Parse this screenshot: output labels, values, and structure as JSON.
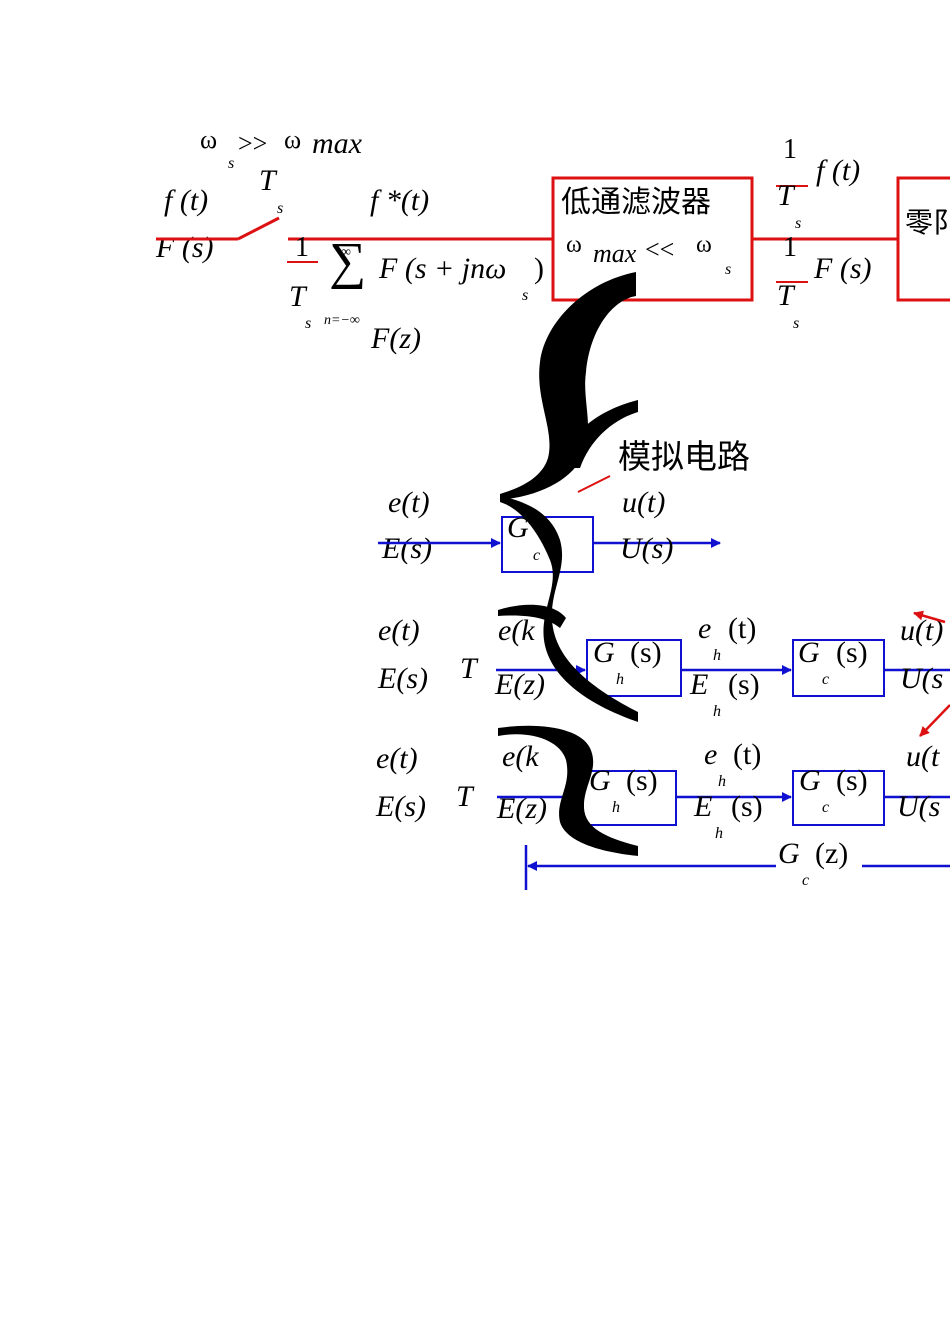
{
  "colors": {
    "red": "#dd1111",
    "blue": "#1010d0",
    "black": "#000000",
    "background": "#ffffff"
  },
  "sampling": {
    "condition_omega_s": "ω",
    "condition_sub_s": "s",
    "condition_gg": ">>",
    "condition_omega_max": "ω",
    "condition_max": "max",
    "ft": "f (t)",
    "Fs": "F (s)",
    "switch_T": "T",
    "switch_sub_s": "s",
    "fstar": "f *(t)",
    "coef_num": "1",
    "coef_den_T": "T",
    "coef_den_s": "s",
    "sum_symbol": "∑",
    "sum_upper": "∞",
    "sum_lower": "n=−∞",
    "sum_term": "F (s + jnω",
    "sum_term_sub": "s",
    "sum_term_close": ")",
    "Fz": "F(z)"
  },
  "lowpass": {
    "title": "低通滤波器",
    "cond_omega": "ω",
    "cond_max": "max",
    "cond_ll": "<<",
    "cond_omega_s": "ω",
    "cond_sub_s": "s"
  },
  "lowpass_output": {
    "num1": "1",
    "den1_T": "T",
    "den1_s": "s",
    "ft": "f (t)",
    "num2": "1",
    "den2_T": "T",
    "den2_s": "s",
    "Fs": "F (s)"
  },
  "zoh_block": {
    "title_partial": "零阝"
  },
  "analog_label": "模拟电路",
  "row1": {
    "et": "e(t)",
    "Es": "E(s)",
    "block_G": "G",
    "block_sub": "c",
    "ut": "u(t)",
    "Us": "U(s)"
  },
  "row2": {
    "et": "e(t)",
    "Es": "E(s)",
    "T": "T",
    "ek": "e(k",
    "Ez": "E(z)",
    "gh_G": "G",
    "gh_s": "(s)",
    "gh_sub": "h",
    "eh_e": "e",
    "eh_t": "(t)",
    "eh_sub": "h",
    "Eh_E": "E",
    "Eh_s": "(s)",
    "Eh_sub": "h",
    "gc_G": "G",
    "gc_s": "(s)",
    "gc_sub": "c",
    "ut": "u(t)",
    "Us": "U(s"
  },
  "row3": {
    "et": "e(t)",
    "Es": "E(s)",
    "T": "T",
    "ek": "e(k",
    "Ez": "E(z)",
    "gh_G": "G",
    "gh_s": "(s)",
    "gh_sub": "h",
    "eh_e": "e",
    "eh_t": "(t)",
    "eh_sub": "h",
    "Eh_E": "E",
    "Eh_s": "(s)",
    "Eh_sub": "h",
    "gc_G": "G",
    "gc_s": "(s)",
    "gc_sub": "c",
    "ut": "u(t",
    "Us": "U(s"
  },
  "gcz": {
    "G": "G",
    "z": "(z)",
    "sub": "c"
  },
  "brace_symbol": "{"
}
